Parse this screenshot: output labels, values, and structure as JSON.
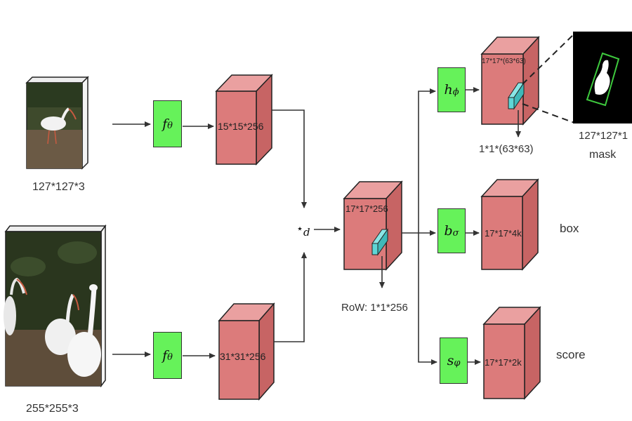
{
  "inputs": {
    "exemplar_size": "127*127*3",
    "search_size": "255*255*3"
  },
  "backbone": {
    "symbol": "f",
    "subscript": "θ"
  },
  "features": {
    "exemplar": "15*15*256",
    "search": "31*31*256",
    "correlation": "17*17*256",
    "mask_branch": "17*17*(63*63)",
    "box_branch": "17*17*4k",
    "score_branch": "17*17*2k"
  },
  "operator": {
    "symbol": "⋆",
    "subscript": "d"
  },
  "heads": {
    "mask": {
      "symbol": "h",
      "subscript": "ϕ"
    },
    "box": {
      "symbol": "b",
      "subscript": "σ"
    },
    "score": {
      "symbol": "s",
      "subscript": "φ"
    }
  },
  "labels": {
    "row": "RoW: 1*1*256",
    "mask_vector": "1*1*(63*63)",
    "mask_output_size": "127*127*1",
    "mask_output_name": "mask",
    "box": "box",
    "score": "score"
  },
  "colors": {
    "cube_front": "#dc7b7b",
    "cube_top": "#eaa0a0",
    "cube_side": "#c76464",
    "function_box": "#66f25a",
    "row_vector": "#5fd6d6"
  }
}
